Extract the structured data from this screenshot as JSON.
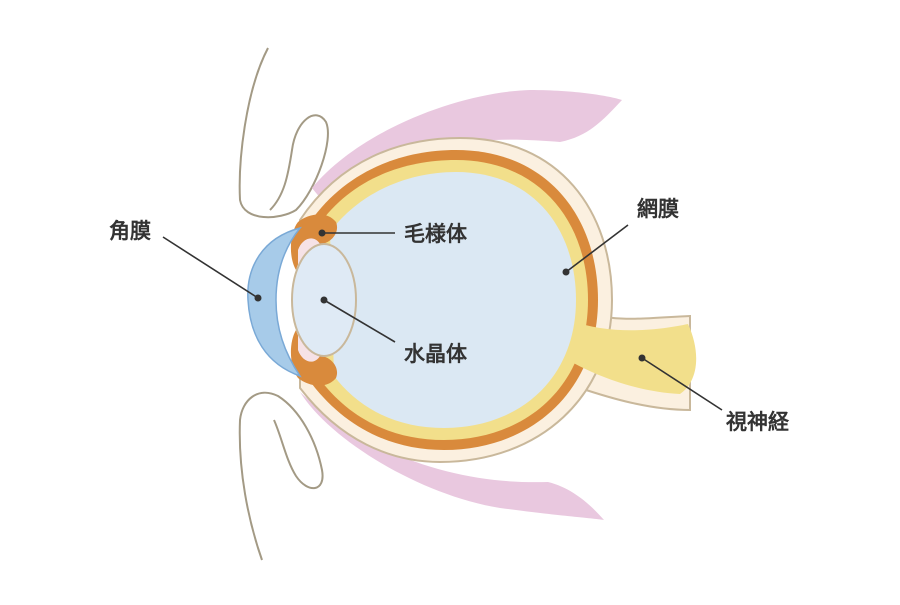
{
  "diagram": {
    "subject": "Cross-section of the human eye",
    "labels": {
      "cornea": "角膜",
      "ciliary_body": "毛様体",
      "lens": "水晶体",
      "retina": "網膜",
      "optic_nerve": "視神経"
    }
  },
  "colors": {
    "background": "#ffffff",
    "eyelid_outline": "#a39a85",
    "muscle_pink": "#e9c8df",
    "sclera": "#fbf0e0",
    "sclera_outline": "#c9b89b",
    "choroid_orange": "#d98a3c",
    "retina_yellow": "#f2df8b",
    "vitreous_blue": "#dbe8f3",
    "cornea_blue": "#a7cbe9",
    "cornea_outline": "#7aa9d6",
    "lens_blue": "#dfeaf5",
    "leader_line": "#333333"
  }
}
